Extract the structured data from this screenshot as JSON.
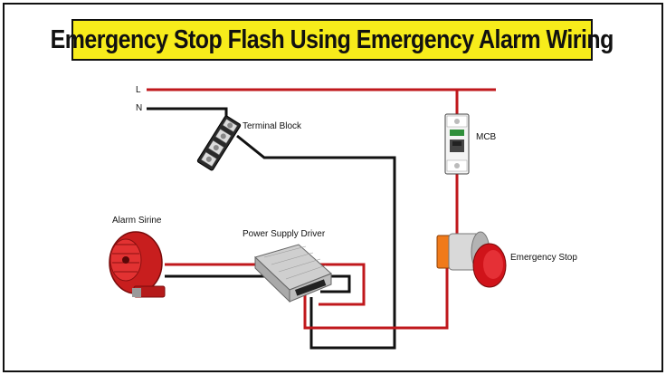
{
  "title": "Emergency Stop Flash Using Emergency Alarm Wiring",
  "lines": {
    "live": "L",
    "neutral": "N"
  },
  "components": {
    "terminal_block": "Terminal Block",
    "mcb": "MCB",
    "alarm_sirine": "Alarm Sirine",
    "power_supply_driver": "Power Supply Driver",
    "emergency_stop": "Emergency Stop"
  },
  "colors": {
    "title_bg": "#f7ec1b",
    "live_wire": "#c0181c",
    "neutral_wire": "#111111"
  }
}
